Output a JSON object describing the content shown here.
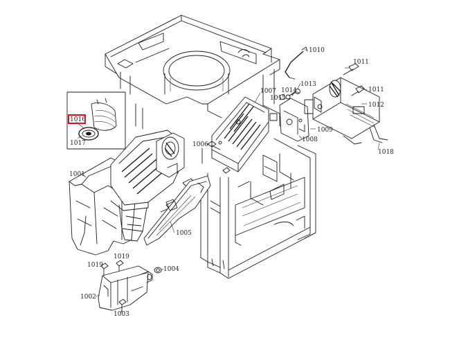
{
  "highlighted_part": "1016",
  "parts": [
    {
      "id": "p1010",
      "label": "1010"
    },
    {
      "id": "p1011a",
      "label": "1011"
    },
    {
      "id": "p1011b",
      "label": "1011"
    },
    {
      "id": "p1012",
      "label": "1012"
    },
    {
      "id": "p1013",
      "label": "1013"
    },
    {
      "id": "p1014",
      "label": "1014"
    },
    {
      "id": "p1015",
      "label": "1015"
    },
    {
      "id": "p1007",
      "label": "1007"
    },
    {
      "id": "p1009",
      "label": "1009"
    },
    {
      "id": "p1008",
      "label": "1008"
    },
    {
      "id": "p1018",
      "label": "1018"
    },
    {
      "id": "p1006",
      "label": "1006"
    },
    {
      "id": "p1016",
      "label": "1016"
    },
    {
      "id": "p1017",
      "label": "1017"
    },
    {
      "id": "p1001",
      "label": "1001"
    },
    {
      "id": "p1005",
      "label": "1005"
    },
    {
      "id": "p1019",
      "label": "1019"
    },
    {
      "id": "p1019b",
      "label": "1019"
    },
    {
      "id": "p1004",
      "label": "1004"
    },
    {
      "id": "p1002",
      "label": "1002"
    },
    {
      "id": "p1003",
      "label": "1003"
    }
  ]
}
